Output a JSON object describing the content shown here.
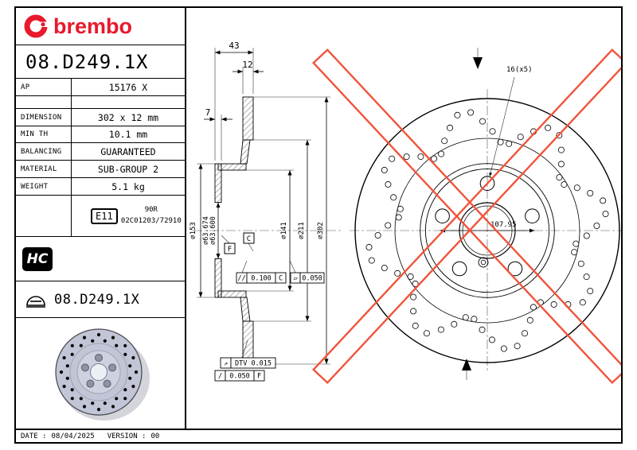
{
  "colors": {
    "brand_red": "#e8192c",
    "watermark_red": "#f0543c"
  },
  "brand": {
    "name": "brembo"
  },
  "panel": {
    "part_number": "08.D249.1X",
    "rows": [
      {
        "label": "AP",
        "value": "15176 X"
      },
      {
        "label": "DIMENSION",
        "value": "302 x 12 mm"
      },
      {
        "label": "MIN TH",
        "value": "10.1 mm"
      },
      {
        "label": "BALANCING",
        "value": "GUARANTEED"
      },
      {
        "label": "MATERIAL",
        "value": "SUB-GROUP 2"
      },
      {
        "label": "WEIGHT",
        "value": "5.1 kg"
      }
    ],
    "homologation": {
      "badge": "E11",
      "line1": "90R",
      "line2": "02C01203/72910"
    },
    "hc_badge": "HC",
    "part_number_2": "08.D249.1X"
  },
  "footer": {
    "date_label": "DATE :",
    "date": "08/04/2025",
    "version_label": "VERSION :",
    "version": "00"
  },
  "drawing": {
    "dimensions": {
      "total_width": "43",
      "disc_thickness": "12",
      "flange_thickness": "7",
      "hat_outer_dia": "⌀153",
      "bore_dia_max": "⌀63.674",
      "bore_dia_min": "⌀63.600",
      "hat_dia_inner": "⌀141",
      "braking_inner_dia": "⌀211",
      "outer_dia": "⌀302",
      "bolt_circle": "107.95",
      "bolt_holes": "16(x5)"
    },
    "datums": {
      "f": "F",
      "c": "C"
    },
    "tolerance_frames": {
      "parallel_c": {
        "symbol": "//",
        "value": "0.100",
        "datum": "C"
      },
      "flatness": {
        "symbol": "▱",
        "value": "0.050"
      },
      "dtv": {
        "symbol": "↗",
        "value": "DTV 0.015"
      },
      "runout_f": {
        "symbol": "/",
        "value": "0.050",
        "datum": "F"
      }
    }
  }
}
